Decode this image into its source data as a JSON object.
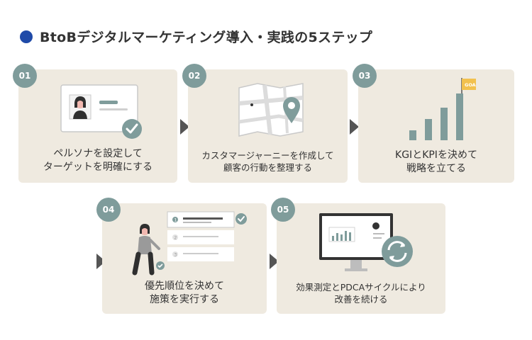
{
  "title": "BtoBデジタルマーケティング導入・実践の5ステップ",
  "colors": {
    "accent": "#1f4aa8",
    "badge": "#7f9c9b",
    "card": "#efeae0",
    "arrow": "#555555"
  },
  "steps": [
    {
      "number": "01",
      "line1": "ペルソナを設定して",
      "line2": "ターゲットを明確にする",
      "icon": "persona-card-icon"
    },
    {
      "number": "02",
      "line1": "カスタマージャーニーを作成して",
      "line2": "顧客の行動を整理する",
      "icon": "map-pin-icon"
    },
    {
      "number": "03",
      "line1": "KGIとKPIを決めて",
      "line2": "戦略を立てる",
      "icon": "goal-bar-chart-icon",
      "flag_text": "GOAL"
    },
    {
      "number": "04",
      "line1": "優先順位を決めて",
      "line2": "施策を実行する",
      "icon": "priority-list-icon",
      "list_numbers": [
        "1",
        "2",
        "3"
      ]
    },
    {
      "number": "05",
      "line1": "効果測定とPDCAサイクルにより",
      "line2": "改善を続ける",
      "icon": "monitor-cycle-icon"
    }
  ]
}
